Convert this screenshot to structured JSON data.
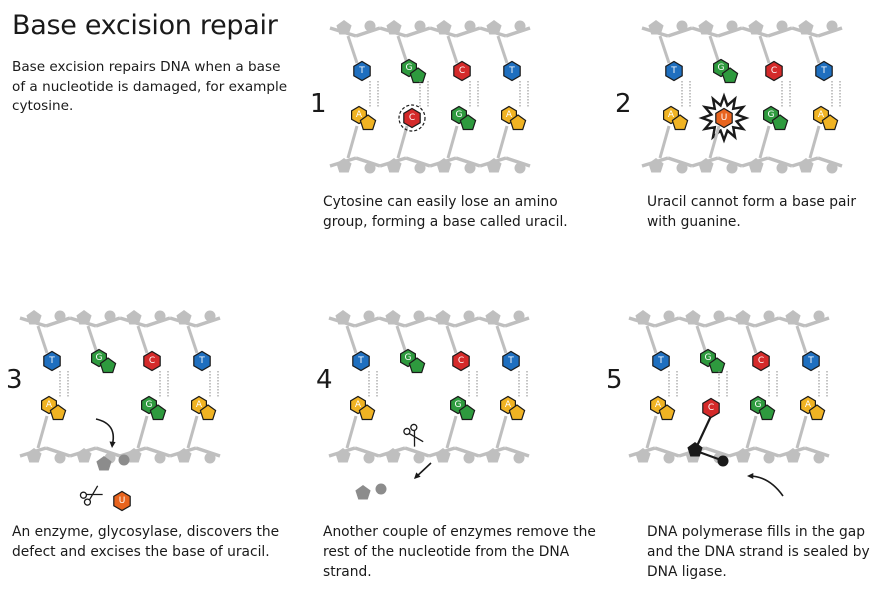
{
  "title": "Base excision repair",
  "intro": "Base excision repairs DNA when a base of a nucleotide is damaged, for example cytosine.",
  "colors": {
    "thymine": "#1f6fbf",
    "guanine": "#2e9a3e",
    "cytosine": "#d42a2a",
    "adenine": "#f0b323",
    "uracil": "#e8641e",
    "backbone": "#bfbfbf",
    "repair": "#1a1a1a"
  },
  "steps": [
    {
      "number": "1",
      "caption": "Cytosine can easily lose an amino group, forming a base called uracil.",
      "top": [
        "T",
        "G",
        "C",
        "T"
      ],
      "bottom": [
        "A",
        "C",
        "G",
        "A"
      ]
    },
    {
      "number": "2",
      "caption": "Uracil cannot form a base pair with guanine.",
      "top": [
        "T",
        "G",
        "C",
        "T"
      ],
      "bottom": [
        "A",
        "U",
        "G",
        "A"
      ]
    },
    {
      "number": "3",
      "caption": "An enzyme, glycosylase, discovers the defect and excises the base of uracil.",
      "top": [
        "T",
        "G",
        "C",
        "T"
      ],
      "bottom": [
        "A",
        "",
        "G",
        "A"
      ],
      "loose": "U"
    },
    {
      "number": "4",
      "caption": "Another couple of enzymes remove the rest of the nucleotide from the DNA strand.",
      "top": [
        "T",
        "G",
        "C",
        "T"
      ],
      "bottom": [
        "A",
        "",
        "G",
        "A"
      ]
    },
    {
      "number": "5",
      "caption": "DNA polymerase fills in the gap and the DNA strand is sealed by DNA ligase.",
      "top": [
        "T",
        "G",
        "C",
        "T"
      ],
      "bottom": [
        "A",
        "C",
        "G",
        "A"
      ]
    }
  ]
}
